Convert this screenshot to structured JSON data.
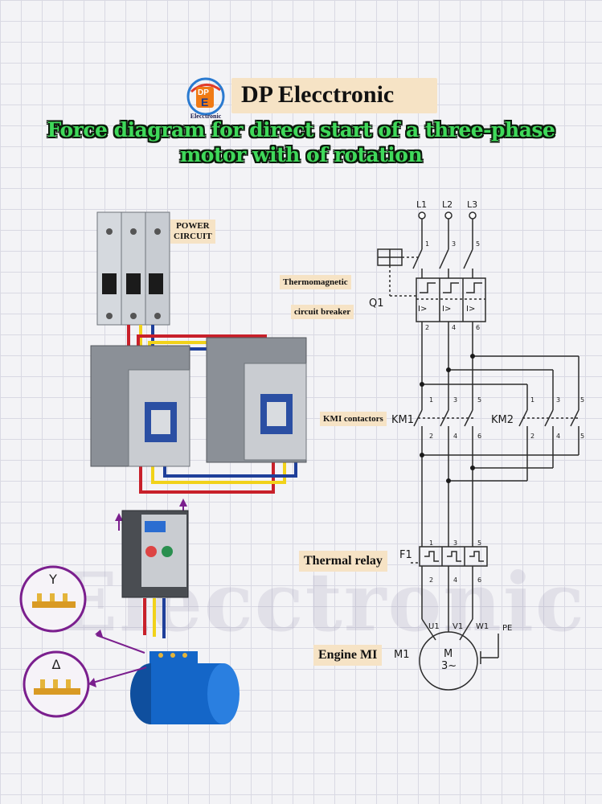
{
  "header": {
    "logo_icon": "dpe-electronic-logo-icon",
    "logo_text": "Elecctronic",
    "brand_name": "DP  Elecctronic"
  },
  "title": {
    "line1": "Force diagram for direct start of a three-phase",
    "line2": "motor with of rotation"
  },
  "labels": {
    "power_circuit_1": "POWER",
    "power_circuit_2": "CIRCUIT",
    "thermomagnetic": "Thermomagnetic",
    "circuit_breaker": "circuit breaker",
    "km1_contactors": "KMI contactors",
    "thermal_relay": "Thermal relay",
    "engine": "Engine MI"
  },
  "watermark": "Elecctronic",
  "schematic": {
    "phases": [
      "L1",
      "L2",
      "L3"
    ],
    "pins_top": [
      "1",
      "3",
      "5"
    ],
    "pins_bottom": [
      "2",
      "4",
      "6"
    ],
    "breaker_ref": "Q1",
    "breaker_symbol": "I>",
    "km1": "KM1",
    "km2": "KM2",
    "relay_ref": "F1",
    "motor_terminals": [
      "U1",
      "V1",
      "W1"
    ],
    "pe": "PE",
    "motor_ref": "M1",
    "motor_m": "M",
    "motor_spec": "3~"
  },
  "connections": {
    "star_symbol": "Y",
    "delta_symbol": "Δ"
  },
  "colors": {
    "title_green": "#3fd95a",
    "label_bg": "#f6e3c5",
    "wire_red": "#c8202a",
    "wire_yellow": "#f1d21a",
    "wire_blue": "#1f3f9a",
    "motor_blue": "#1466c8",
    "ring_purple": "#7b1f8e"
  }
}
